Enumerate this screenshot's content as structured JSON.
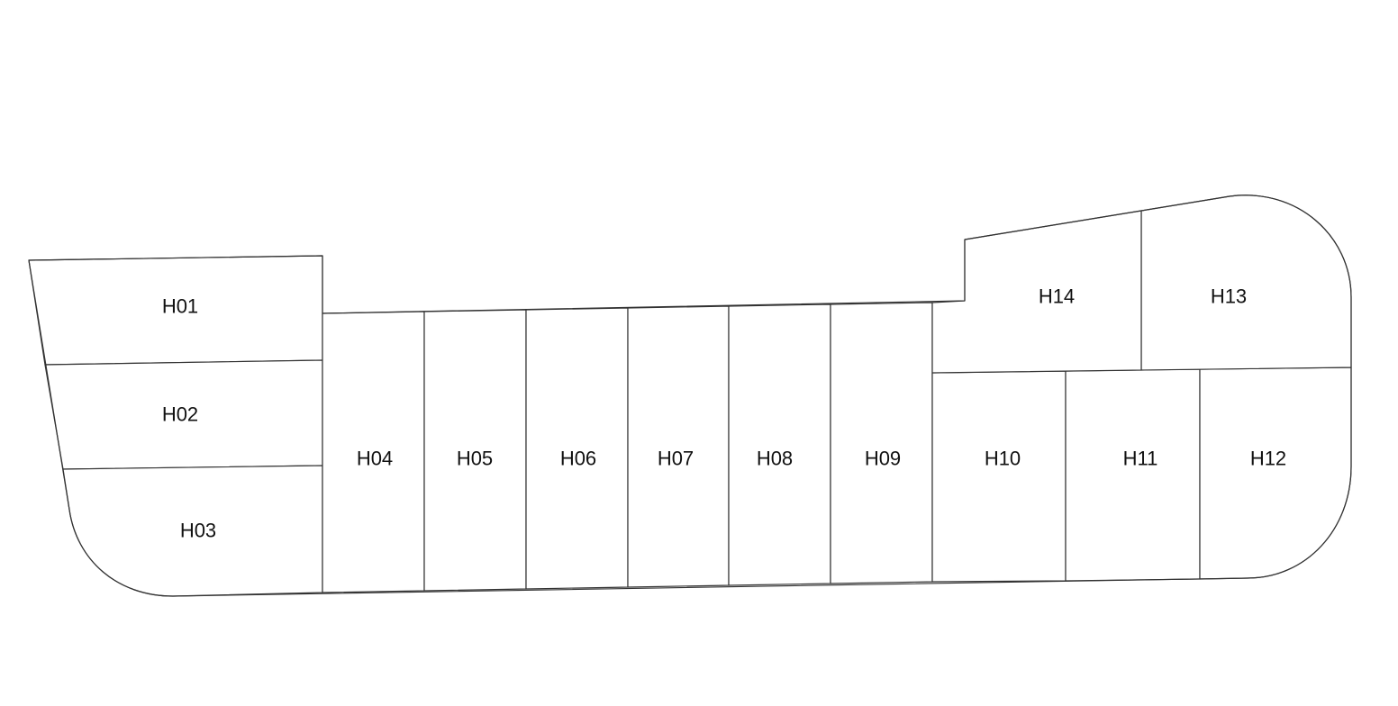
{
  "units": [
    {
      "id": "H01",
      "label": "H01"
    },
    {
      "id": "H02",
      "label": "H02"
    },
    {
      "id": "H03",
      "label": "H03"
    },
    {
      "id": "H04",
      "label": "H04"
    },
    {
      "id": "H05",
      "label": "H05"
    },
    {
      "id": "H06",
      "label": "H06"
    },
    {
      "id": "H07",
      "label": "H07"
    },
    {
      "id": "H08",
      "label": "H08"
    },
    {
      "id": "H09",
      "label": "H09"
    },
    {
      "id": "H10",
      "label": "H10"
    },
    {
      "id": "H11",
      "label": "H11"
    },
    {
      "id": "H12",
      "label": "H12"
    },
    {
      "id": "H13",
      "label": "H13"
    },
    {
      "id": "H14",
      "label": "H14"
    }
  ],
  "colors": {
    "line": "#333333",
    "fill": "#ffffff",
    "text": "#111111"
  }
}
